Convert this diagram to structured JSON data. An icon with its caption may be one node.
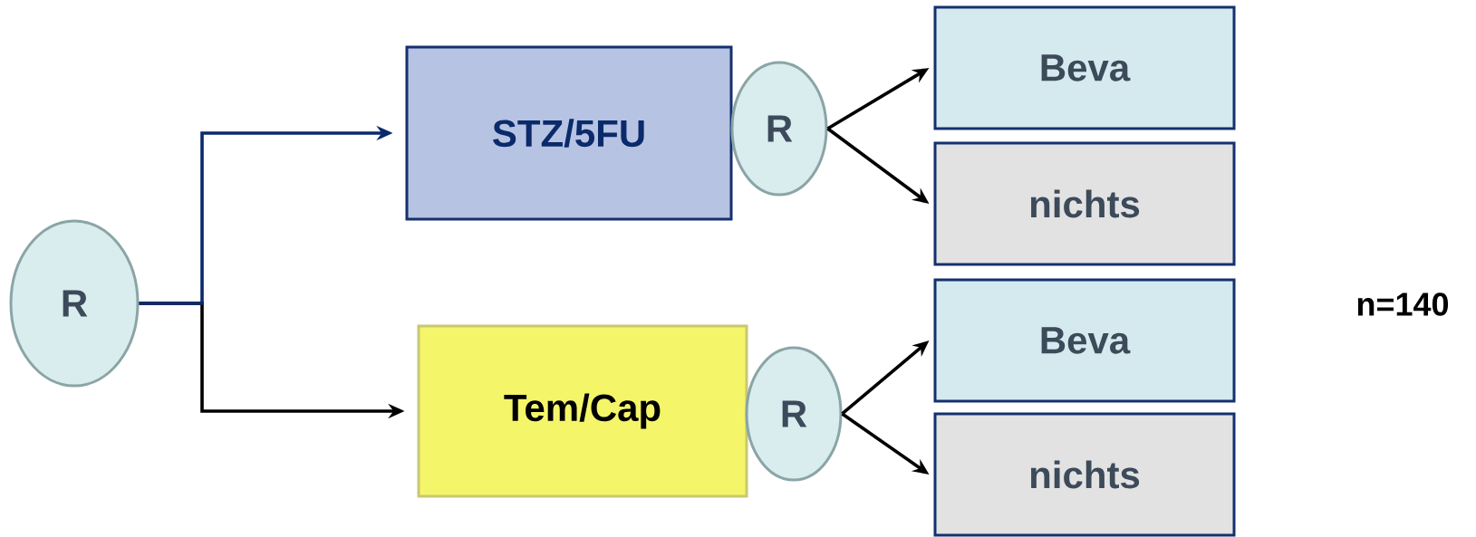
{
  "diagram": {
    "nodes": [
      {
        "text": [
          "R"
        ]
      },
      {
        "text": [
          "STZ/5FU"
        ]
      },
      {
        "text": [
          "R"
        ]
      },
      {
        "text": [
          "Beva"
        ]
      },
      {
        "text": [
          "nichts"
        ]
      },
      {
        "text": [
          "Tem/Cap"
        ]
      },
      {
        "text": [
          "R"
        ]
      },
      {
        "text": [
          "Beva"
        ]
      },
      {
        "text": [
          "nichts"
        ]
      }
    ],
    "edges": [
      {
        "from": 0,
        "to": 5,
        "arrow": "to"
      },
      {
        "from": 0,
        "to": 1,
        "arrow": "to",
        "color": "#0b2a6b"
      },
      {
        "from": 2,
        "to": 3,
        "arrow": "to"
      },
      {
        "from": 2,
        "to": 4,
        "arrow": "to"
      },
      {
        "from": 6,
        "to": 7,
        "arrow": "to"
      },
      {
        "from": 6,
        "to": 8,
        "arrow": "to"
      }
    ],
    "labels": [
      "n=140"
    ]
  }
}
